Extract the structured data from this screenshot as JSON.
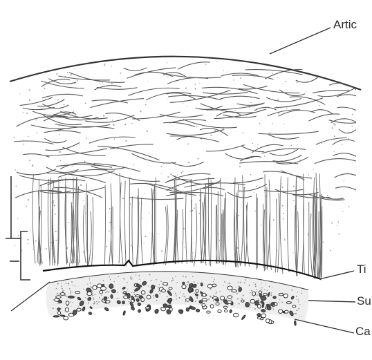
{
  "labels": {
    "articular": "Artic",
    "tidemark": "Ti",
    "subchondral": "Su",
    "cancellous": "Ca"
  },
  "colors": {
    "ink": "#333333",
    "stipple": "#8a8a8a",
    "background": "#ffffff"
  }
}
